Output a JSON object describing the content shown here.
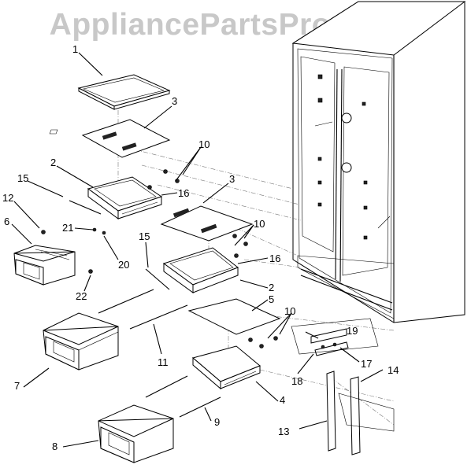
{
  "watermark": "AppliancePartsPros.com",
  "callouts": [
    {
      "id": "c1",
      "text": "1"
    },
    {
      "id": "c2a",
      "text": "2"
    },
    {
      "id": "c2b",
      "text": "2"
    },
    {
      "id": "c3a",
      "text": "3"
    },
    {
      "id": "c3b",
      "text": "3"
    },
    {
      "id": "c4",
      "text": "4"
    },
    {
      "id": "c5",
      "text": "5"
    },
    {
      "id": "c6",
      "text": "6"
    },
    {
      "id": "c7",
      "text": "7"
    },
    {
      "id": "c8",
      "text": "8"
    },
    {
      "id": "c9",
      "text": "9"
    },
    {
      "id": "c10a",
      "text": "10"
    },
    {
      "id": "c10b",
      "text": "10"
    },
    {
      "id": "c10c",
      "text": "10"
    },
    {
      "id": "c11",
      "text": "11"
    },
    {
      "id": "c12",
      "text": "12"
    },
    {
      "id": "c13",
      "text": "13"
    },
    {
      "id": "c14",
      "text": "14"
    },
    {
      "id": "c15a",
      "text": "15"
    },
    {
      "id": "c15b",
      "text": "15"
    },
    {
      "id": "c16a",
      "text": "16"
    },
    {
      "id": "c16b",
      "text": "16"
    },
    {
      "id": "c17",
      "text": "17"
    },
    {
      "id": "c18",
      "text": "18"
    },
    {
      "id": "c19",
      "text": "19"
    },
    {
      "id": "c20",
      "text": "20"
    },
    {
      "id": "c21",
      "text": "21"
    },
    {
      "id": "c22",
      "text": "22"
    }
  ]
}
